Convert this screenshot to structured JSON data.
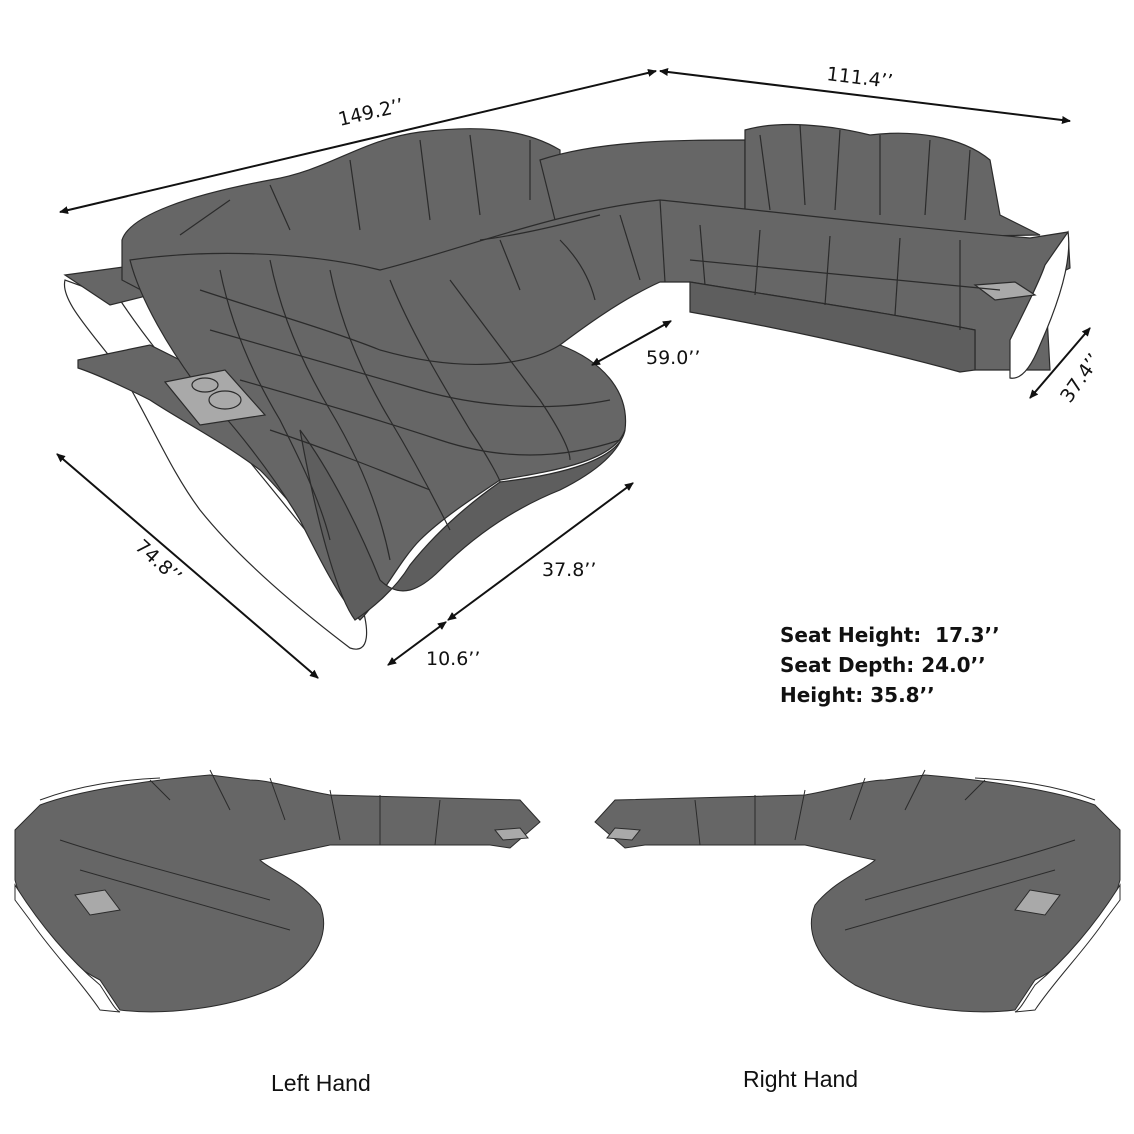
{
  "main_view": {
    "dimensions": {
      "back_left_length": "149.2’’",
      "back_right_length": "111.4’’",
      "inner_depth": "59.0’’",
      "right_arm_depth": "37.4’’",
      "left_chaise_length": "74.8’’",
      "chaise_front_width": "37.8’’",
      "armrest_width": "10.6’’"
    },
    "specs": {
      "seat_height": "Seat Height:  17.3’’",
      "seat_depth": "Seat Depth: 24.0’’",
      "height": "Height: 35.8’’"
    }
  },
  "variants": {
    "left": {
      "label": "Left Hand"
    },
    "right": {
      "label": "Right Hand"
    }
  },
  "colors": {
    "upholstery": "#666666",
    "seam": "#2b2b2b",
    "piping": "#ffffff",
    "console": "#a9a9a9",
    "dimension_line": "#111111"
  }
}
